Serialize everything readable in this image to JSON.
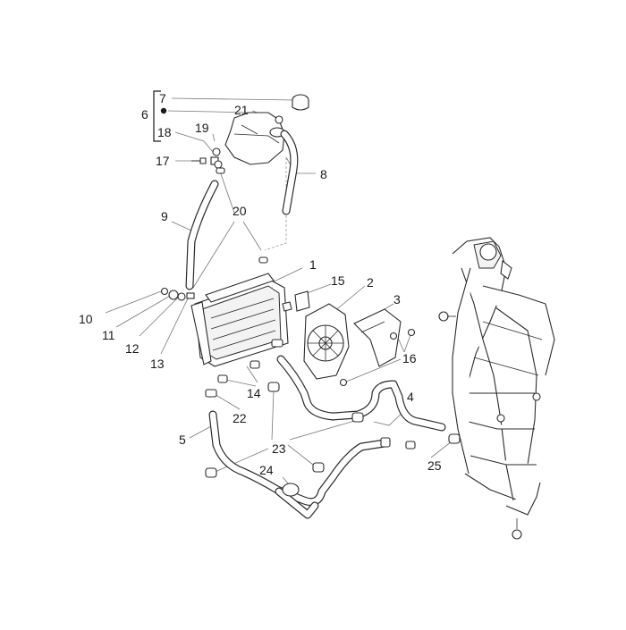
{
  "diagram": {
    "callouts": [
      "1",
      "2",
      "3",
      "4",
      "5",
      "6",
      "7",
      "8",
      "9",
      "10",
      "11",
      "12",
      "13",
      "14",
      "15",
      "16",
      "17",
      "18",
      "19",
      "20",
      "21",
      "22",
      "23",
      "24",
      "25"
    ]
  },
  "colors": {
    "line": "#2b2b2b",
    "leader": "#777777",
    "background": "#ffffff"
  }
}
